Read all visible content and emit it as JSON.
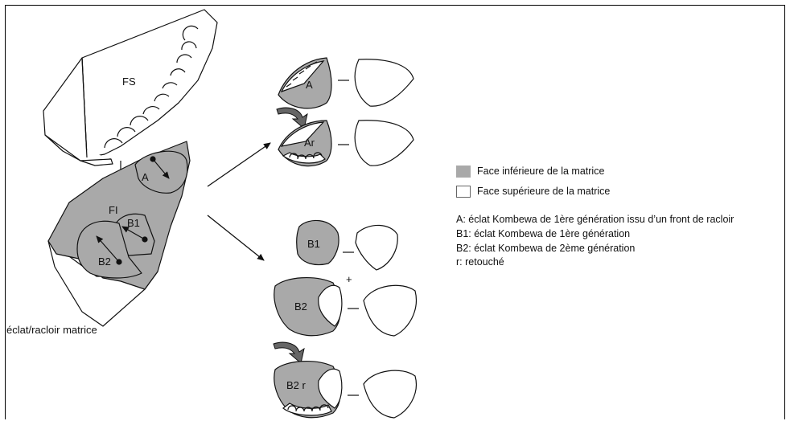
{
  "labels": {
    "fs": "FS",
    "fi": "FI",
    "a_core": "A",
    "b1_core": "B1",
    "b2_core": "B2",
    "a_flake": "A",
    "ar_flake": "Ar",
    "b1_flake": "B1",
    "b2_flake": "B2",
    "b2r_flake": "B2 r",
    "matrix_caption": "éclat/racloir matrice",
    "plus": "+"
  },
  "legend": {
    "swatch_grey": "Face inférieure de la matrice",
    "swatch_white": "Face supérieure de la matrice",
    "lines": [
      "A: éclat Kombewa de 1ère génération issu d’un front de racloir",
      "B1: éclat Kombewa de 1ère génération",
      "B2:  éclat Kombewa de 2ème génération",
      "r: retouché"
    ]
  },
  "colors": {
    "grey_face": "#a9a9a9",
    "white_face": "#ffffff",
    "stroke": "#111111"
  }
}
